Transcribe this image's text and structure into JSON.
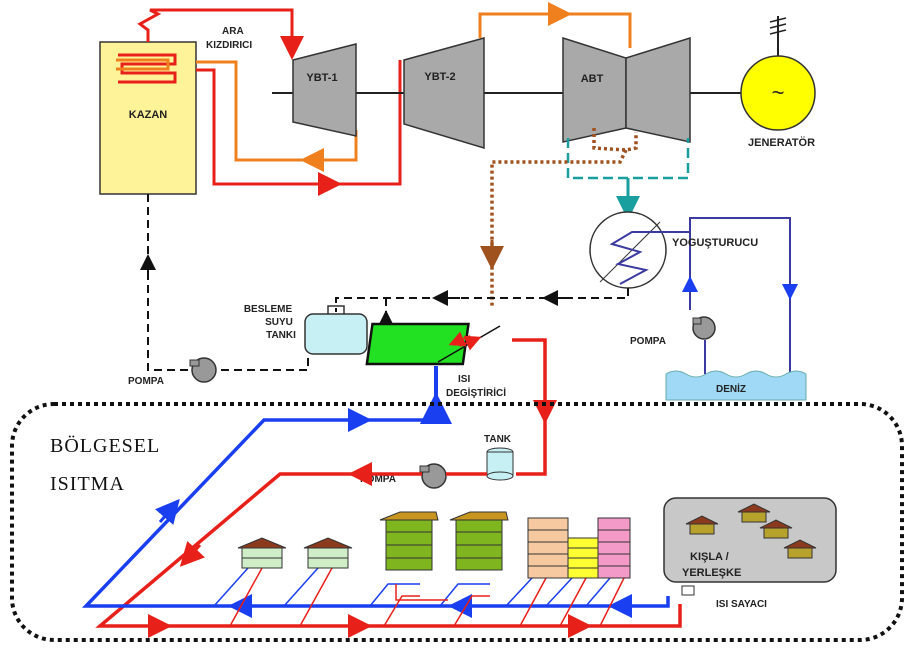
{
  "labels": {
    "boiler": "KAZAN",
    "reheater_line1": "ARA",
    "reheater_line2": "KIZDIRICI",
    "turbine_hp1": "YBT-1",
    "turbine_hp2": "YBT-2",
    "turbine_lp": "ABT",
    "generator": "JENERATÖR",
    "generator_symbol": "~",
    "condenser": "YOGUŞTURUCU",
    "feedwater_line1": "BESLEME",
    "feedwater_line2": "SUYU",
    "feedwater_line3": "TANKI",
    "pump_left": "POMPA",
    "pump_right": "POMPA",
    "pump_district": "POMPA",
    "heat_exchanger_line1": "ISI",
    "heat_exchanger_line2": "DEGİŞTİRİCİ",
    "tank": "TANK",
    "sea": "DENİZ",
    "district_line1": "BÖLGESEL",
    "district_line2": "ISITMA",
    "campus_line1": "KIŞLA /",
    "campus_line2": "YERLEŞKE",
    "heat_meter": "ISI SAYACI"
  },
  "colors": {
    "steam_hot": "#e8201a",
    "steam_reheat": "#f0801e",
    "cold_return": "#1a3ff0",
    "boiler_fill": "#fff39a",
    "turbine_fill": "#a9a9a9",
    "generator_fill": "#ffff00",
    "exchanger_fill": "#22e022",
    "sea_fill": "#9fd9f5",
    "condensate": "#1a9f9f",
    "extraction": "#a0521e",
    "campus_fill": "#c8c8c8"
  }
}
